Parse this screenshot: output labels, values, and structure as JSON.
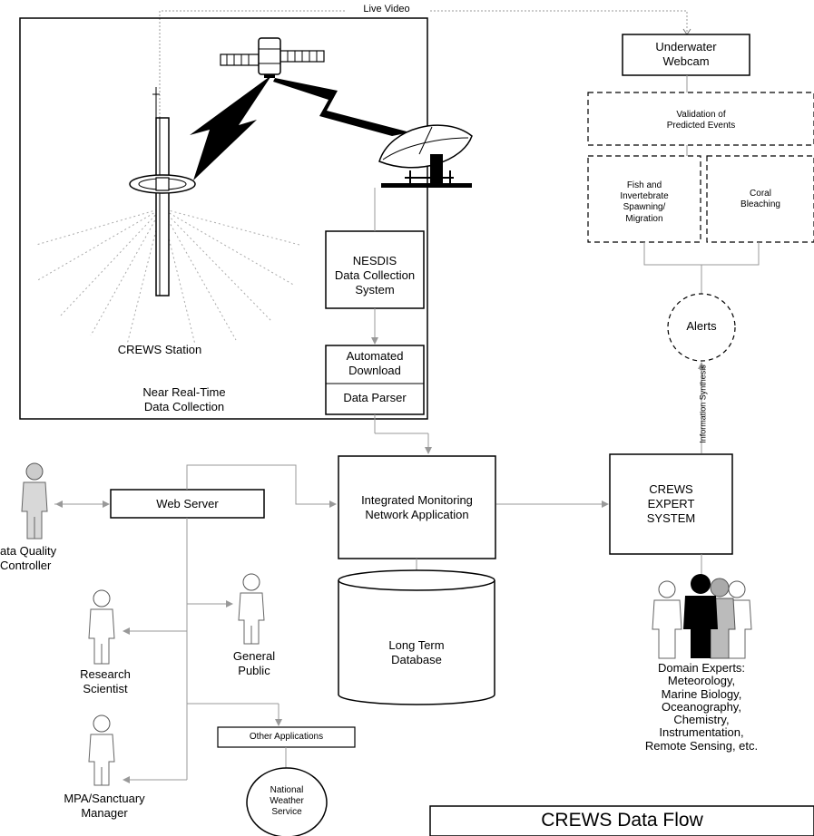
{
  "live_video": "Live Video",
  "webcam": "Underwater\nWebcam",
  "validation": "Validation of\nPredicted Events",
  "fish": "Fish and\nInvertebrate\nSpawning/\nMigration",
  "coral": "Coral\nBleaching",
  "nesdis": "NESDIS\nData Collection System",
  "automated": "Automated\nDownload",
  "parser": "Data Parser",
  "station": "CREWS Station",
  "near_real_time": "Near Real-Time\nData Collection",
  "alerts": "Alerts",
  "info_synthesis": "Information Synthesis",
  "web_server": "Web Server",
  "imna": "Integrated Monitoring\nNetwork Application",
  "expert": "CREWS\nEXPERT\nSYSTEM",
  "dqc": "ata Quality\nController",
  "research": "Research\nScientist",
  "public": "General\nPublic",
  "database": "Long Term\nDatabase",
  "domain_experts": "Domain Experts:\nMeteorology,\nMarine Biology,\nOceanography,\nChemistry,\nInstrumentation,\nRemote Sensing, etc.",
  "other_apps": "Other Applications",
  "mpa": "MPA/Sanctuary\nManager",
  "nws": "National\nWeather\nService",
  "title": "CREWS Data Flow"
}
